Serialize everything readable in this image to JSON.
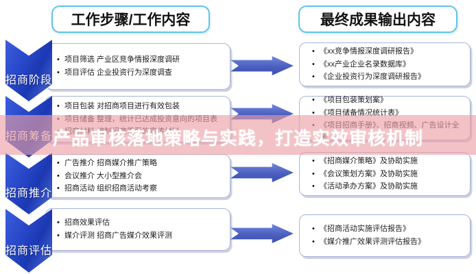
{
  "overlay": {
    "title": "产品审核落地策略与实践，打造实效审核机制"
  },
  "headers": {
    "left": "工作步骤/工作内容",
    "right": "最终成果输出内容"
  },
  "stages": [
    {
      "label": "招商阶段",
      "work_items": [
        "项目筛选 产业区竞争情报深度调研",
        "项目评估 企业投资行为深度调查"
      ],
      "outputs": [
        "《xx竞争情报深度调研报告》",
        "《xx产业企业名录数据库》",
        "《企业投资行为深度调研报告》"
      ]
    },
    {
      "label": "招商筹备",
      "work_items": [
        "项目包装 对招商项目进行有效包装",
        "项目储备 整理，统计已达成投资意向的项目表",
        "招商材料 编制招商需要的宣传材料"
      ],
      "outputs": [
        "《项目包装策划案》",
        "《项目储备情况统计表》",
        "《项目招商手册》、招商视频、广告设计全案"
      ]
    },
    {
      "label": "招商推介",
      "work_items": [
        "广告推介 招商媒介推广策略",
        "会议推介 大小型推介会",
        "招商活动 组织招商活动考察"
      ],
      "outputs": [
        "《招商媒介策略》及协助实施",
        "《会议策划方案》及协助实施",
        "《活动承办方案》及协助实施"
      ]
    },
    {
      "label": "招商评估",
      "work_items": [
        "招商效果评估",
        "媒介评测 招商广告媒介效果评测"
      ],
      "outputs": [
        "《招商活动实施评估报告》",
        "《媒介推广效果评测评估报告》"
      ]
    }
  ],
  "colors": {
    "chevron_blue": "#2747c8",
    "arrow_blue": "#4a5fc0",
    "header_border_blue": "#5fc3e8",
    "box_border": "#a9b3d9",
    "overlay_pink": "#ea9fa5",
    "overlay_text": "#ffffff"
  }
}
